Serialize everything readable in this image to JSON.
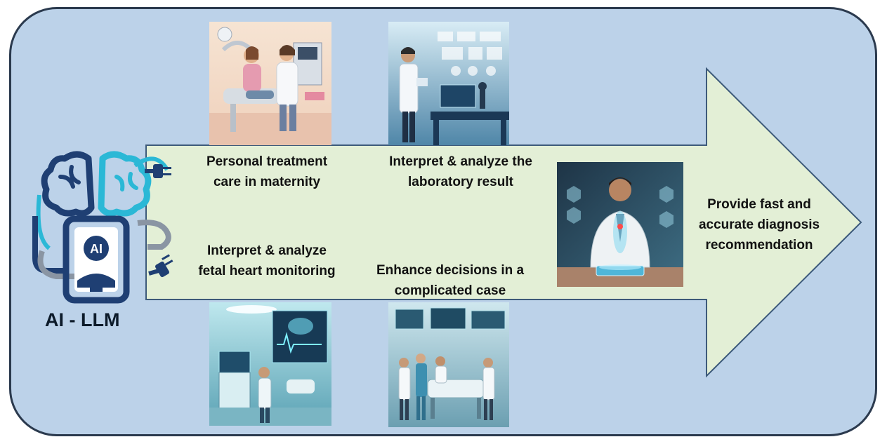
{
  "diagram": {
    "source_label": "AI - LLM",
    "logo_badge": "AI",
    "tasks": [
      {
        "id": "maternity",
        "label": "Personal treatment care in maternity"
      },
      {
        "id": "fetal",
        "label": "Interpret & analyze fetal heart monitoring"
      },
      {
        "id": "lab",
        "label": "Interpret & analyze the laboratory result"
      },
      {
        "id": "complicated",
        "label": "Enhance decisions in a complicated case"
      }
    ],
    "outcome": {
      "label": "Provide fast and accurate diagnosis recommendation"
    }
  },
  "colors": {
    "panel_background": "#bcd2e9",
    "panel_border": "#2b3a4e",
    "arrow_fill": "#e3efd6",
    "arrow_stroke": "#3d5a7a",
    "logo_dark": "#1f3f73",
    "logo_cyan": "#2bb8d6"
  }
}
